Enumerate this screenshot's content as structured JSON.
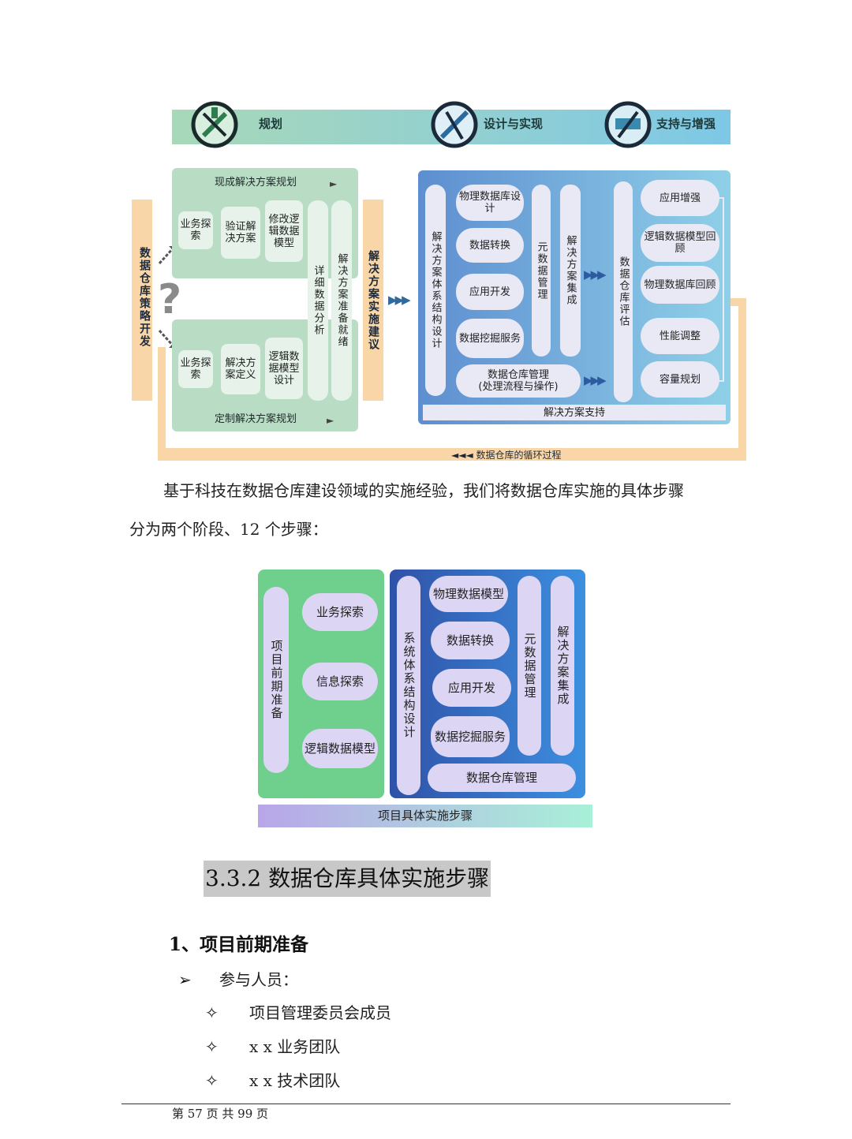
{
  "diagram1": {
    "phases": [
      "规划",
      "设计与实现",
      "支持与增强"
    ],
    "left_vertical": "数据仓库策略开发",
    "question_mark": "?",
    "top_title": "现成解决方案规划",
    "bottom_title": "定制解决方案规划",
    "top_items": [
      "业务探索",
      "验证解决方案",
      "修改逻辑数据模型"
    ],
    "bottom_items": [
      "业务探索",
      "解决方案定义",
      "逻辑数据模型设计"
    ],
    "detail_analysis": "详细数据分析",
    "solution_ready": "解决方案准备就绪",
    "impl_advice": "解决方案实施建议",
    "arch_design": "解决方案体系结构设计",
    "center_items": [
      "物理数据库设计",
      "数据转换",
      "应用开发",
      "数据挖掘服务"
    ],
    "metadata_mgmt": "元数据管理",
    "solution_integration": "解决方案集成",
    "dw_mgmt_line1": "数据仓库管理",
    "dw_mgmt_line2": "(处理流程与操作)",
    "dw_eval": "数据仓库评估",
    "right_items": [
      "应用增强",
      "逻辑数据模型回顾",
      "物理数据库回顾",
      "性能调整",
      "容量规划"
    ],
    "solution_support": "解决方案支持",
    "cycle": "◄◄◄ 数据仓库的循环过程",
    "arrow_symbol": "▶▶▶"
  },
  "paragraph": {
    "line1": "基于科技在数据仓库建设领域的实施经验，我们将数据仓库实施的具体步骤",
    "line2": "分为两个阶段、12 个步骤："
  },
  "diagram2": {
    "prep": "项目前期准备",
    "left_items": [
      "业务探索",
      "信息探索",
      "逻辑数据模型"
    ],
    "arch": "系统体系结构设计",
    "center_items": [
      "物理数据模型",
      "数据转换",
      "应用开发",
      "数据挖掘服务"
    ],
    "metadata": "元数据管理",
    "integration": "解决方案集成",
    "dw_mgmt": "数据仓库管理",
    "footer": "项目具体实施步骤"
  },
  "section_heading": "3.3.2 数据仓库具体实施步骤",
  "subheading": "1、项目前期准备",
  "bullet_main": {
    "marker": "➢",
    "text": "参与人员："
  },
  "bullets": [
    {
      "marker": "✧",
      "text": "项目管理委员会成员"
    },
    {
      "marker": "✧",
      "text": "x x 业务团队"
    },
    {
      "marker": "✧",
      "text": "x x 技术团队"
    }
  ],
  "footer": {
    "text": "第 57 页 共 99 页"
  }
}
